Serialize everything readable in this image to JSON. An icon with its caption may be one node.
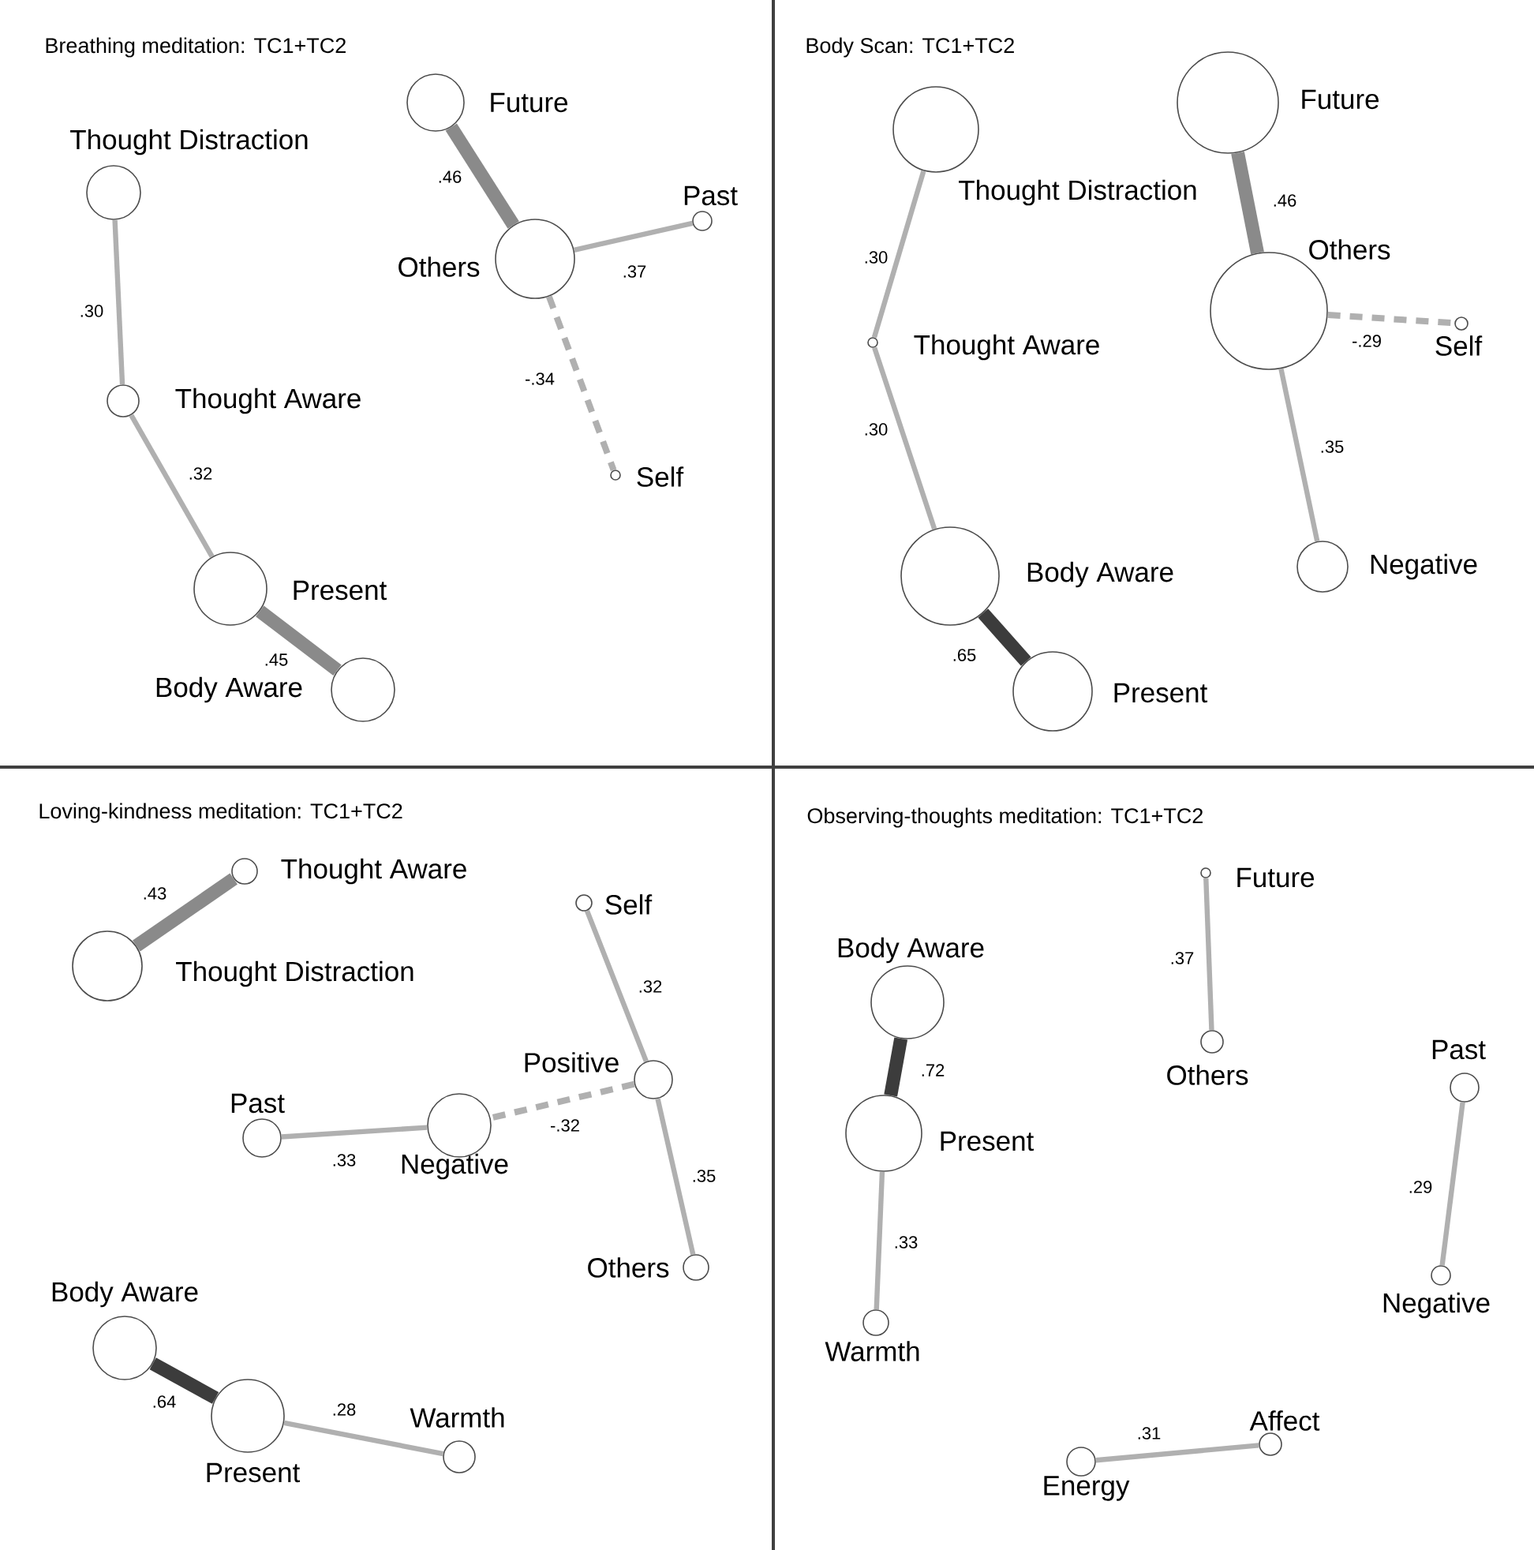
{
  "diagram": {
    "nodes": [
      {
        "text": [
          "Thought Distraction"
        ]
      },
      {
        "text": [
          "Thought Aware"
        ]
      },
      {
        "text": [
          "Present"
        ]
      },
      {
        "text": [
          "Body Aware"
        ]
      },
      {
        "text": [
          "Future"
        ]
      },
      {
        "text": [
          "Others"
        ]
      },
      {
        "text": [
          "Past"
        ]
      },
      {
        "text": [
          "Self"
        ]
      },
      {
        "text": [
          "Thought Distraction"
        ]
      },
      {
        "text": [
          "Thought Aware"
        ]
      },
      {
        "text": [
          "Body Aware"
        ]
      },
      {
        "text": [
          "Present"
        ]
      },
      {
        "text": [
          "Future"
        ]
      },
      {
        "text": [
          "Others"
        ]
      },
      {
        "text": [
          "Self"
        ]
      },
      {
        "text": [
          "Negative"
        ]
      },
      {
        "text": [
          "Thought Aware"
        ]
      },
      {
        "text": [
          "Thought Distraction"
        ]
      },
      {
        "text": [
          "Self"
        ]
      },
      {
        "text": [
          "Positive"
        ]
      },
      {
        "text": [
          "Past"
        ]
      },
      {
        "text": [
          "Negative"
        ]
      },
      {
        "text": [
          "Others"
        ]
      },
      {
        "text": [
          "Body Aware"
        ]
      },
      {
        "text": [
          "Present"
        ]
      },
      {
        "text": [
          "Warmth"
        ]
      },
      {
        "text": [
          "Future"
        ]
      },
      {
        "text": [
          "Others"
        ]
      },
      {
        "text": [
          "Body Aware"
        ]
      },
      {
        "text": [
          "Present"
        ]
      },
      {
        "text": [
          "Warmth"
        ]
      },
      {
        "text": [
          "Past"
        ]
      },
      {
        "text": [
          "Negative"
        ]
      },
      {
        "text": [
          "Energy"
        ]
      },
      {
        "text": [
          "Affect"
        ]
      }
    ],
    "edges": [
      {
        "from": 0,
        "to": 1,
        "arrow": "none",
        "label": ".30"
      },
      {
        "from": 1,
        "to": 2,
        "arrow": "none",
        "label": ".32"
      },
      {
        "from": 2,
        "to": 3,
        "arrow": "none",
        "label": ".45",
        "style": "thick",
        "color": "#8a8a8a"
      },
      {
        "from": 4,
        "to": 5,
        "arrow": "none",
        "label": ".46",
        "style": "thick",
        "color": "#8a8a8a"
      },
      {
        "from": 5,
        "to": 6,
        "arrow": "none",
        "label": ".37"
      },
      {
        "from": 5,
        "to": 7,
        "arrow": "none",
        "label": "-.34",
        "style": "dashed"
      },
      {
        "from": 8,
        "to": 9,
        "arrow": "none",
        "label": ".30"
      },
      {
        "from": 9,
        "to": 10,
        "arrow": "none",
        "label": ".30"
      },
      {
        "from": 10,
        "to": 11,
        "arrow": "none",
        "label": ".65",
        "style": "thick",
        "color": "#3c3c3c"
      },
      {
        "from": 12,
        "to": 13,
        "arrow": "none",
        "label": ".46",
        "style": "thick",
        "color": "#8a8a8a"
      },
      {
        "from": 13,
        "to": 14,
        "arrow": "none",
        "label": "-.29",
        "style": "dashed"
      },
      {
        "from": 13,
        "to": 15,
        "arrow": "none",
        "label": ".35"
      },
      {
        "from": 16,
        "to": 17,
        "arrow": "none",
        "label": ".43",
        "style": "thick",
        "color": "#8a8a8a"
      },
      {
        "from": 18,
        "to": 19,
        "arrow": "none",
        "label": ".32"
      },
      {
        "from": 19,
        "to": 21,
        "arrow": "none",
        "label": "-.32",
        "style": "dashed"
      },
      {
        "from": 20,
        "to": 21,
        "arrow": "none",
        "label": ".33"
      },
      {
        "from": 19,
        "to": 22,
        "arrow": "none",
        "label": ".35"
      },
      {
        "from": 23,
        "to": 24,
        "arrow": "none",
        "label": ".64",
        "style": "thick",
        "color": "#3c3c3c"
      },
      {
        "from": 24,
        "to": 25,
        "arrow": "none",
        "label": ".28"
      },
      {
        "from": 26,
        "to": 27,
        "arrow": "none",
        "label": ".37"
      },
      {
        "from": 28,
        "to": 29,
        "arrow": "none",
        "label": ".72",
        "style": "thick",
        "color": "#3c3c3c"
      },
      {
        "from": 29,
        "to": 30,
        "arrow": "none",
        "label": ".33"
      },
      {
        "from": 31,
        "to": 32,
        "arrow": "none",
        "label": ".29"
      },
      {
        "from": 33,
        "to": 34,
        "arrow": "none",
        "label": ".31"
      }
    ],
    "labels": [
      "Breathing meditation: TC1+TC2",
      "Body Scan: TC1+TC2",
      "Loving-kindness meditation: TC1+TC2",
      "Observing-thoughts meditation: TC1+TC2"
    ]
  }
}
